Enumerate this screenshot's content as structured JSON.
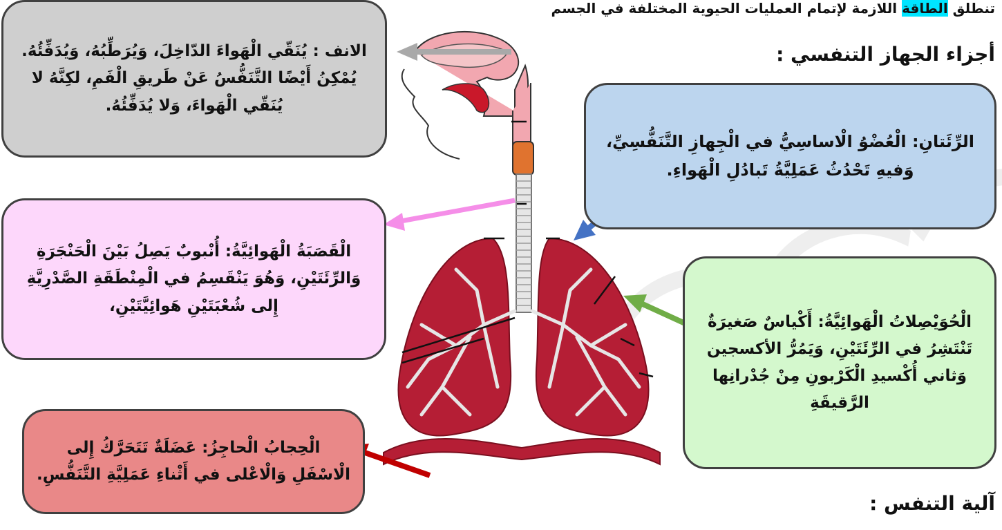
{
  "header": {
    "intro_before": "تنطلق ",
    "intro_highlight": "الطاقة",
    "intro_after": " اللازمة لإتمام العمليات الحيوية المختلفة في الجسم"
  },
  "sections": {
    "parts_title": "أجزاء الجهاز التنفسي :",
    "mechanism_title": "آلية التنفس :"
  },
  "labels": {
    "nose": "الانف : يُنَقّي الْهَواءَ الدّاخِلَ، وَيُرَطِّبُهُ، وَيُدَفِّئُهُ. يُمْكِنُ أَيْضًا التَّنَفُّسُ عَنْ طَريقِ الْفَمِ، لكِنَّهُ لا يُنَقّي الْهَواءَ، وَلا يُدَفِّئُهُ.",
    "lungs": "الرِّئَتانِ: الْعُضْوُ الْاساسِيُّ في الْجِهازِ التَّنَفُّسِيِّ، وَفيهِ تَحْدُثُ عَمَلِيَّةُ تَبادُلِ الْهَواءِ.",
    "trachea": "الْقَصَبَةُ الْهَوائِيَّةُ: أُنْبوبٌ يَصِلُ بَيْنَ الْحَنْجَرَةِ وَالرِّئَتَيْنِ، وَهُوَ يَنْقَسِمُ في الْمِنْطَقَةِ الصَّدْرِيَّةِ إِلى شُعْبَتَيْنِ هَوائِيَّتَيْنِ،",
    "alveoli": "الْحُوَيْصِلاتُ الْهَوائِيَّةُ: أَكْياسٌ صَغيرَةٌ تَنْتَشِرُ في الرِّئَتَيْنِ، وَيَمُرُّ الأكسجين وَثاني أُكْسيدِ الْكَرْبونِ مِنْ جُدْرانِها الرَّقيقَةِ",
    "diaphragm": "الْحِجابُ الْحاجِزُ: عَضَلَةٌ تَتَحَرَّكُ إِلى الْاسْفَلِ وَالْاعْلى في أَثْناءِ عَمَلِيَّةِ التَّنَفُّسِ."
  },
  "colors": {
    "nose_box": "#cfcfcf",
    "lungs_box": "#bcd5ee",
    "trachea_box": "#fdd7fb",
    "alveoli_box": "#d4f8cd",
    "diaphragm_box": "#e98888",
    "nose_arrow": "#a9a9a9",
    "lungs_arrow": "#4472c4",
    "trachea_arrow": "#f58ee8",
    "alveoli_arrow": "#70ad47",
    "diaphragm_arrow": "#c00000",
    "lung_tissue": "#b51e35",
    "airway": "#e6e6e6"
  }
}
